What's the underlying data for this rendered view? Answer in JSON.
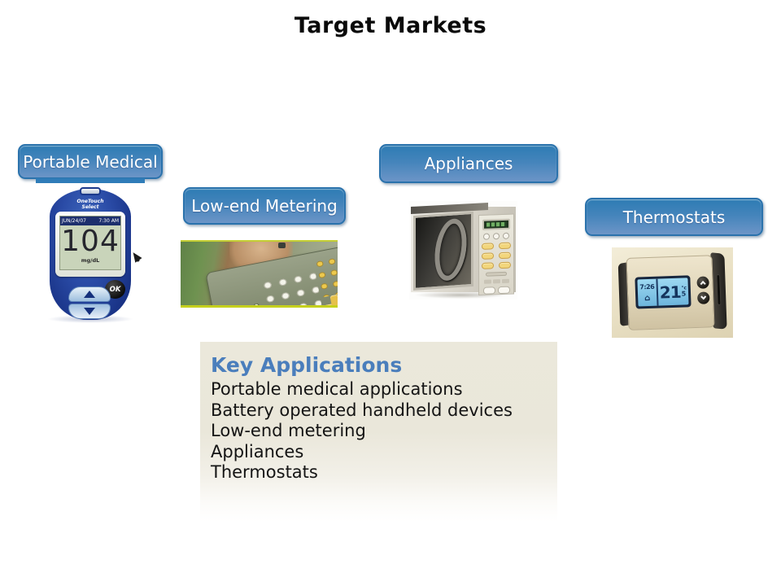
{
  "slide": {
    "title": "Target Markets"
  },
  "colors": {
    "button_border": "#2a72ac",
    "button_gradient_top": "#2e7cb4",
    "button_gradient_bottom": "#6c95c7",
    "accent_heading": "#4a7ebc"
  },
  "markets": [
    {
      "label": "Portable Medical"
    },
    {
      "label": "Low-end Metering"
    },
    {
      "label": "Appliances"
    },
    {
      "label": "Thermostats"
    }
  ],
  "glucose_meter": {
    "brand_top": "OneTouch",
    "brand_bottom": "Select",
    "date": "JUN/24/07",
    "time": "7:30 AM",
    "reading": "104",
    "units": "mg/dL",
    "ok_label": "OK"
  },
  "thermostat": {
    "time": "7:26",
    "house_icon": "⌂",
    "temp_whole": "21",
    "temp_unit": "°c",
    "temp_fraction": "5"
  },
  "key_applications": {
    "title": "Key Applications",
    "items": [
      "Portable medical applications",
      "Battery operated handheld devices",
      "Low-end metering",
      "Appliances",
      "Thermostats"
    ]
  }
}
